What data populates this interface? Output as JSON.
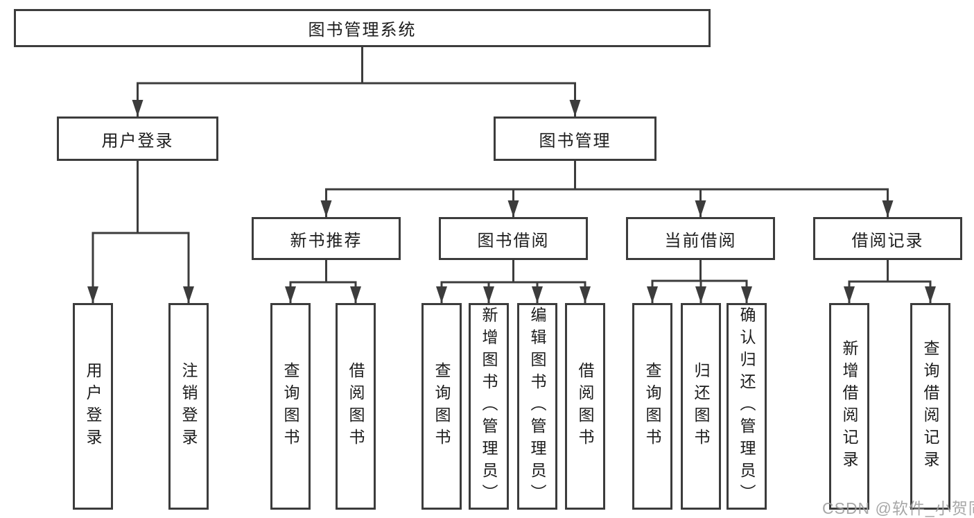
{
  "tree": {
    "root": "图书管理系统",
    "branches": [
      {
        "label": "用户登录",
        "leaves": [
          "用户登录",
          "注销登录"
        ]
      },
      {
        "label": "图书管理",
        "groups": [
          {
            "label": "新书推荐",
            "leaves": [
              "查询图书",
              "借阅图书"
            ]
          },
          {
            "label": "图书借阅",
            "leaves": [
              "查询图书",
              "新增图书（管理员）",
              "编辑图书（管理员）",
              "借阅图书"
            ]
          },
          {
            "label": "当前借阅",
            "leaves": [
              "查询图书",
              "归还图书",
              "确认归还（管理员）"
            ]
          },
          {
            "label": "借阅记录",
            "leaves": [
              "新增借阅记录",
              "查询借阅记录"
            ]
          }
        ]
      }
    ]
  },
  "watermark": {
    "text": "CSDN @软件_小贺同学"
  },
  "colors": {
    "line": "#3c3c3c",
    "box_border": "#3c3c3c",
    "text": "#1c1c1c",
    "watermark": "#9e9e9e",
    "background": "#ffffff"
  }
}
